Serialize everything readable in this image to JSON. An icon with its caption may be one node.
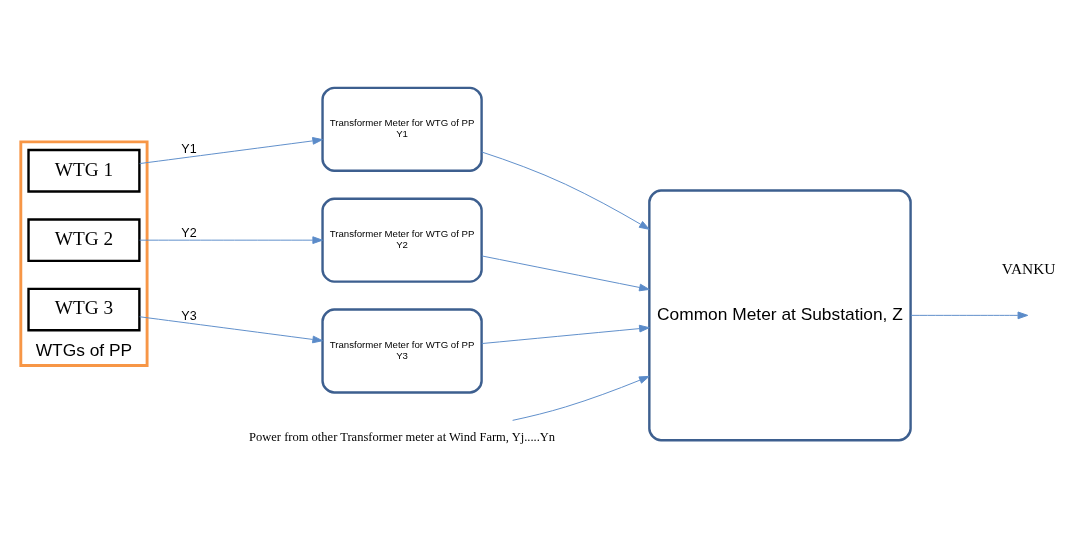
{
  "diagram": {
    "nodes": [
      {
        "text": [
          "WTGs of PP"
        ]
      },
      {
        "text": [
          "WTG 1"
        ],
        "in": 0
      },
      {
        "text": [
          "WTG 2"
        ],
        "in": 0
      },
      {
        "text": [
          "WTG 3"
        ],
        "in": 0
      },
      {
        "text": [
          "Transformer Meter for WTG of PP",
          "Y1"
        ]
      },
      {
        "text": [
          "Transformer Meter for WTG of PP",
          "Y2"
        ]
      },
      {
        "text": [
          "Transformer Meter for WTG of PP",
          "Y3"
        ]
      },
      {
        "text": [
          "Common Meter at Substation, Z"
        ]
      },
      {
        "text": [
          "Power from other Transformer meter at Wind Farm, Yj.....Yn"
        ]
      }
    ],
    "edges": [
      {
        "from": 1,
        "to": 4,
        "arrow": "to",
        "label": "Y1"
      },
      {
        "from": 2,
        "to": 5,
        "arrow": "to",
        "label": "Y2"
      },
      {
        "from": 3,
        "to": 6,
        "arrow": "to",
        "label": "Y3"
      },
      {
        "from": 4,
        "to": 7,
        "arrow": "to"
      },
      {
        "from": 5,
        "to": 7,
        "arrow": "to"
      },
      {
        "from": 6,
        "to": 7,
        "arrow": "to"
      },
      {
        "from": 8,
        "to": 7,
        "arrow": "to"
      },
      {
        "from": 7,
        "to": null,
        "arrow": "to"
      }
    ],
    "labels": [
      "VANKU"
    ]
  }
}
